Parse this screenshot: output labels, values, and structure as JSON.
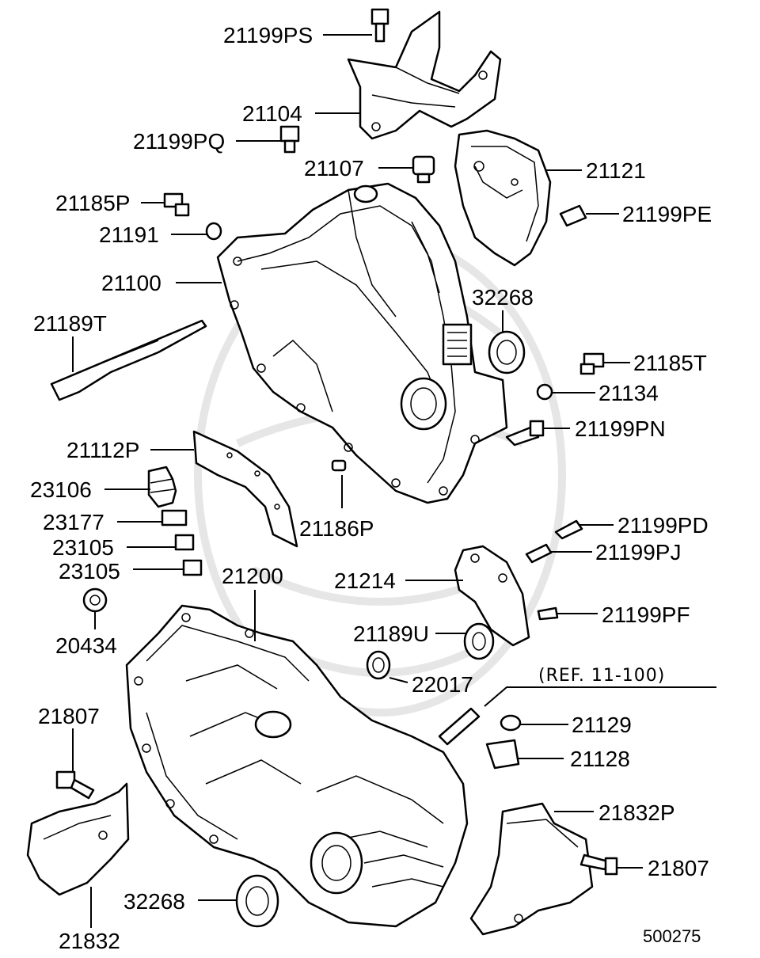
{
  "diagram_code": "500275",
  "ref_note": "(REF. 11-100)",
  "labels": {
    "l21199PS": "21199PS",
    "l21104": "21104",
    "l21199PQ": "21199PQ",
    "l21107": "21107",
    "l21121": "21121",
    "l21185P": "21185P",
    "l21199PE": "21199PE",
    "l21191": "21191",
    "l21100": "21100",
    "l32268a": "32268",
    "l21189T": "21189T",
    "l21185T": "21185T",
    "l21134": "21134",
    "l21199PN": "21199PN",
    "l21112P": "21112P",
    "l23106": "23106",
    "l23177": "23177",
    "l21186P": "21186P",
    "l23105a": "23105",
    "l23105b": "23105",
    "l21199PD": "21199PD",
    "l21199PJ": "21199PJ",
    "l21200": "21200",
    "l21214": "21214",
    "l20434": "20434",
    "l21199PF": "21199PF",
    "l21189U": "21189U",
    "l22017": "22017",
    "l21807a": "21807",
    "l21129": "21129",
    "l21128": "21128",
    "l21832P": "21832P",
    "l21807b": "21807",
    "l32268b": "32268",
    "l21832": "21832"
  }
}
